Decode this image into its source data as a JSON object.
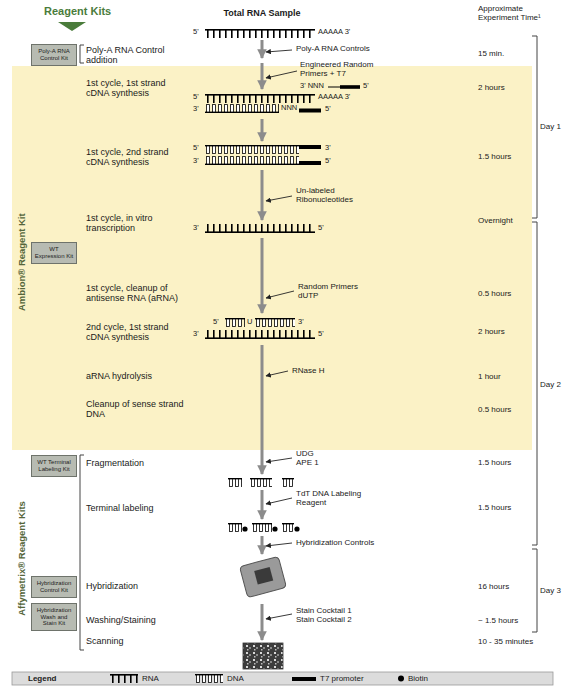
{
  "diagram": {
    "nodes": [
      {
        "text": [
          "Poly-A RNA Control Kit"
        ]
      },
      {
        "text": [
          "Ambion® Reagent Kit"
        ]
      },
      {
        "text": [
          "WT Expression Kit"
        ],
        "in": 1
      },
      {
        "text": [
          "WT Terminal Labeling Kit"
        ]
      },
      {
        "text": [
          "Hybridization Control Kit"
        ]
      },
      {
        "text": [
          "Hybridization Wash and Stain Kit"
        ]
      }
    ],
    "labels": [
      "Reagent Kits",
      "Total RNA Sample",
      "Approximate Experiment Time¹",
      "5'",
      "AAAAA 3'",
      "Poly-A RNA Control addition",
      "Poly-A RNA Controls",
      "15 min.",
      "Engineered Random Primers + T7",
      "3' NNN",
      "5'",
      "1st cycle, 1st strand cDNA synthesis",
      "2 hours",
      "5'",
      "AAAAA 3'",
      "3'",
      "NNN",
      "5'",
      "Day 1",
      "5'",
      "3'",
      "1st cycle, 2nd strand cDNA synthesis",
      "1.5 hours",
      "3'",
      "5'",
      "Un-labeled Ribonucleotides",
      "1st cycle, in vitro transcription",
      "Overnight",
      "3'",
      "5'",
      "1st cycle, cleanup of antisense RNA (aRNA)",
      "Random Primers dUTP",
      "0.5 hours",
      "5'",
      "U",
      "3'",
      "2nd cycle, 1st strand cDNA synthesis",
      "2 hours",
      "3'",
      "5'",
      "RNase H",
      "aRNA hydrolysis",
      "1 hour",
      "Day 2",
      "Cleanup of sense strand DNA",
      "0.5 hours",
      "Affymetrix® Reagent Kits",
      "UDG APE 1",
      "Fragmentation",
      "1.5 hours",
      "TdT DNA Labeling Reagent",
      "Terminal labeling",
      "1.5 hours",
      "Hybridization Controls",
      "Hybridization",
      "16 hours",
      "Day 3",
      "Stain Cocktail 1 Stain Cocktail 2",
      "Washing/Staining",
      "~ 1.5 hours",
      "Scanning",
      "10 - 35 minutes",
      "Legend"
    ],
    "legend": [
      {
        "text": "RNA"
      },
      {
        "text": "DNA"
      },
      {
        "text": "T7 promoter",
        "color": "#000000"
      },
      {
        "text": "Biotin"
      }
    ]
  }
}
